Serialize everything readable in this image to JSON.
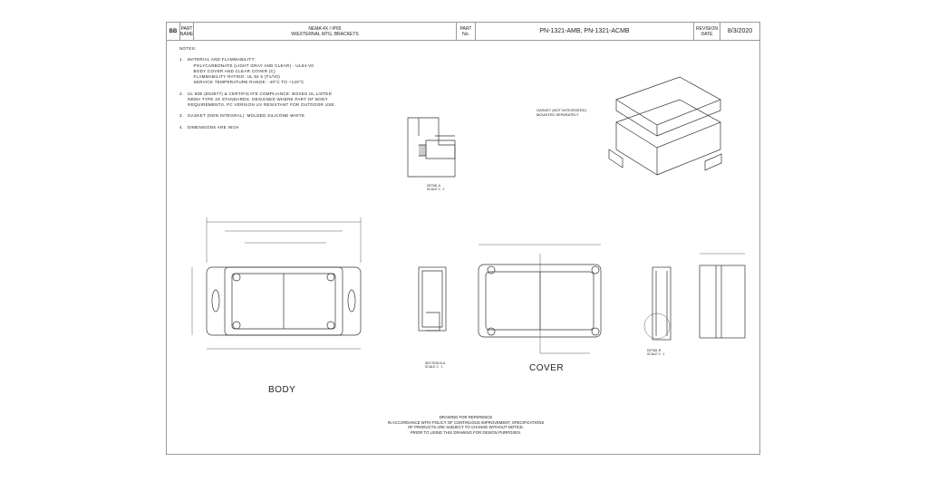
{
  "title_block": {
    "logo": "BB",
    "label_part_name": "PART NAME",
    "description_line1": "NEMA 4X / IP65",
    "description_line2": "W/EXTERNAL MTG. BRACKETS",
    "label_part_no": "PART No.",
    "part_numbers": "PN-1321-AMB, PN-1321-ACMB",
    "label_revision_date": "REVISION DATE",
    "date": "8/3/2020"
  },
  "notes": "NOTES:\n\n1.   MATERIAL AND FLAMMABILITY:\n          POLYCARBONATE (LIGHT GRAY AND CLEAR) - UL94-V0\n          BODY COVER AND CLEAR COVER (C)\n          FLAMMABILITY RATING: UL 94 5 (F1/V0)\n          SERVICE TEMPERATURE RANGE: -40°C TO +120°C\n\n2.   UL 50E (E53977) & CERTIFICATE COMPLIANCE: BOXES UL LISTED\n      NEMA TYPE 4X STANDARDS. DESIGNED WHERE PART OF BODY\n      REQUIREMENTS. PC VERSION UV RESISTANT FOR OUTDOOR USE.\n\n3.   GASKET (NON INTEGRAL): MOLDED SILICONE WHITE\n\n4.   DIMENSIONS ARE INCH",
  "callouts": {
    "gasket": "GASKET (NOT INTEGRATED)\nMOUNTED SEPARATELY",
    "detail": "DETAIL A\nSCALE 2 : 1",
    "section": "SECTION A-A\nSCALE 1 : 1",
    "detail_b": "DETAIL B\nSCALE 2 : 1"
  },
  "views": {
    "body": "BODY",
    "cover": "COVER"
  },
  "reference_note": "DRAWING FOR REFERENCE\nIN ACCORDANCE WITH POLICY OF CONTINUOUS IMPROVEMENT, SPECIFICATIONS\nOF PRODUCTS ARE SUBJECT TO CHANGE WITHOUT NOTICE.\nPRIOR TO USING THIS DRAWING FOR DESIGN PURPOSES."
}
